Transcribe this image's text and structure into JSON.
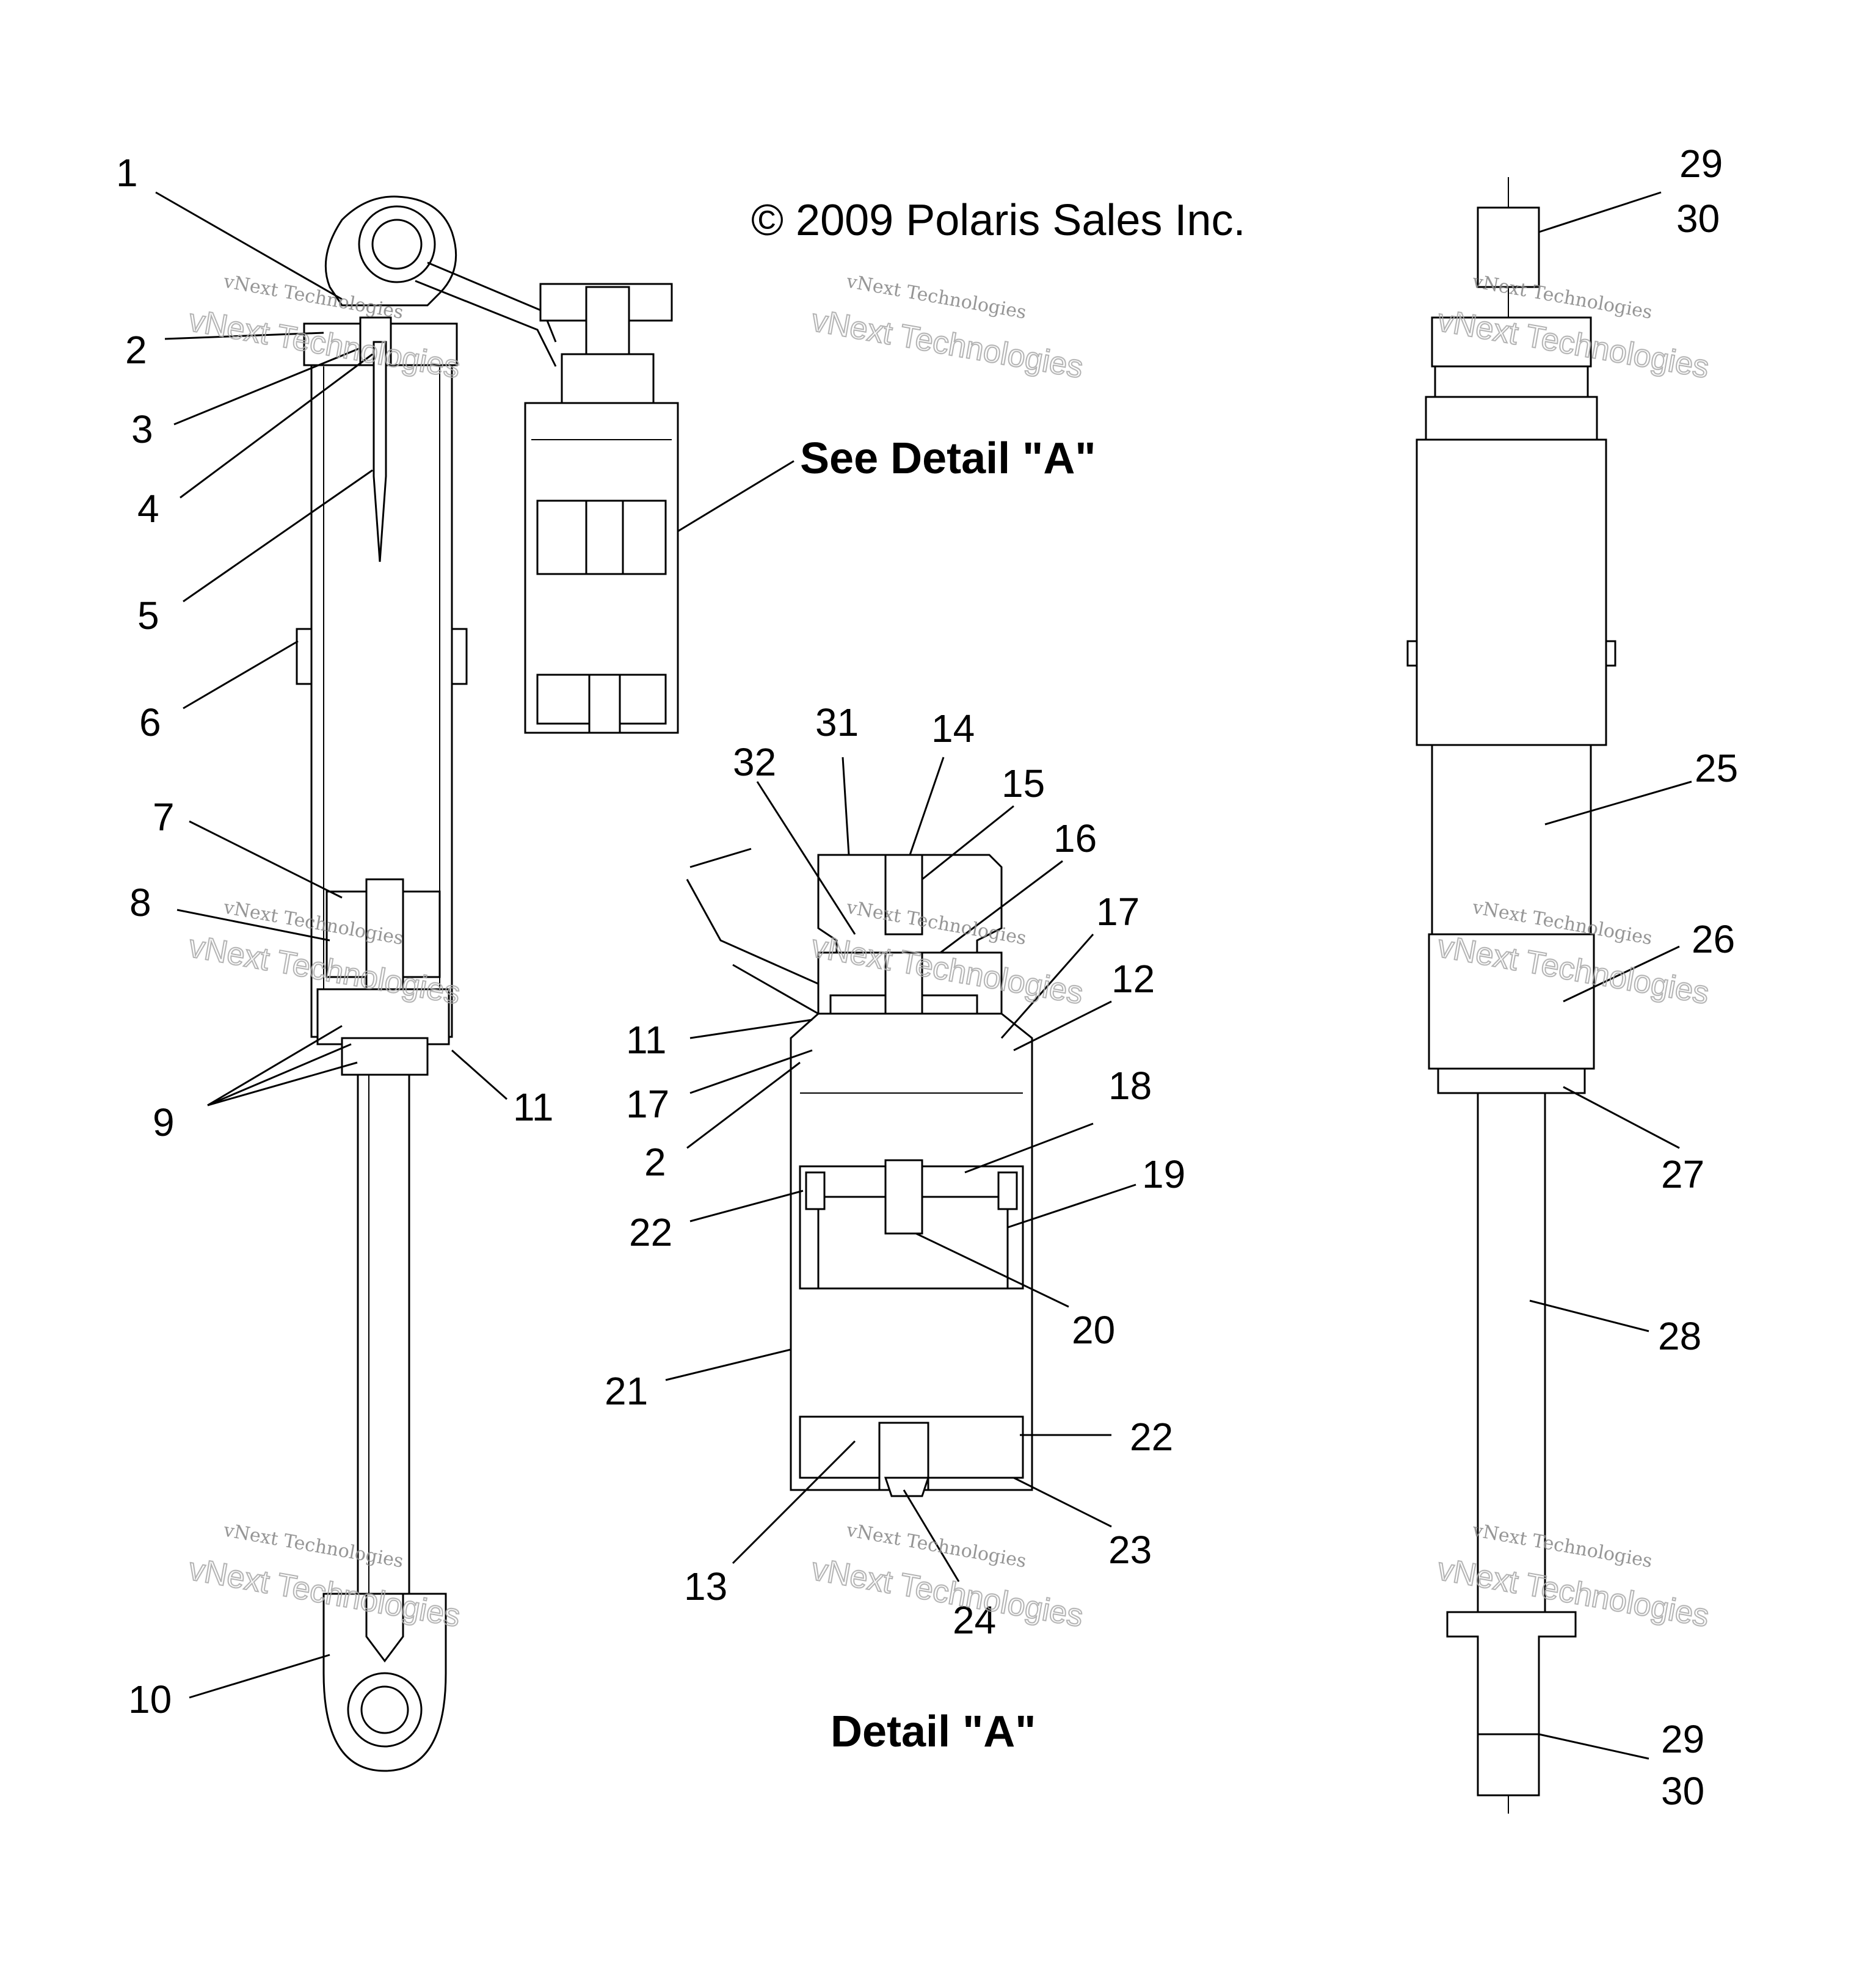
{
  "copyright": "© 2009 Polaris Sales Inc.",
  "see_detail": "See Detail \"A\"",
  "detail_title": "Detail \"A\"",
  "watermark": {
    "line1": "vNext Technologies",
    "line2": "vNext Technologies"
  },
  "callouts": {
    "c1": "1",
    "c2": "2",
    "c3": "3",
    "c4": "4",
    "c5": "5",
    "c6": "6",
    "c7": "7",
    "c8": "8",
    "c9": "9",
    "c10": "10",
    "c11a": "11",
    "d32": "32",
    "d31": "31",
    "d14": "14",
    "d15": "15",
    "d16": "16",
    "d17a": "17",
    "d12": "12",
    "d11": "11",
    "d17b": "17",
    "d2": "2",
    "d18": "18",
    "d19": "19",
    "d22a": "22",
    "d20": "20",
    "d21": "21",
    "d22b": "22",
    "d23": "23",
    "d13": "13",
    "d24": "24",
    "r29a": "29",
    "r30a": "30",
    "r25": "25",
    "r26": "26",
    "r27": "27",
    "r28": "28",
    "r29b": "29",
    "r30b": "30"
  }
}
